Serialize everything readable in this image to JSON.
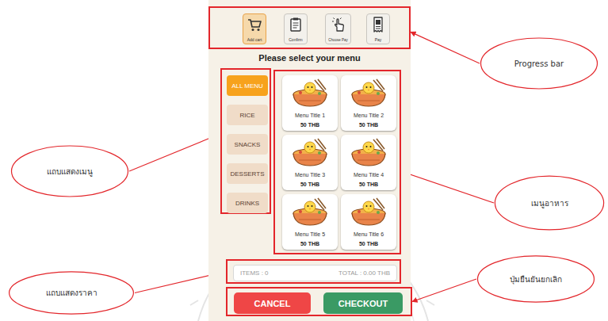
{
  "diagram": {
    "nodes": [
      {
        "text": [
          "Please select your menu"
        ]
      },
      {
        "text": [],
        "in": 0
      },
      {
        "text": [
          "Add cart"
        ],
        "in": 1
      },
      {
        "text": [
          "Confirm"
        ],
        "in": 1
      },
      {
        "text": [
          "Choose Pay"
        ],
        "in": 1
      },
      {
        "text": [
          "Pay"
        ],
        "in": 1
      },
      {
        "text": [],
        "in": 0
      },
      {
        "text": [
          "ALL MENU"
        ],
        "in": 6
      },
      {
        "text": [
          "RICE"
        ],
        "in": 6
      },
      {
        "text": [
          "SNACKS"
        ],
        "in": 6
      },
      {
        "text": [
          "DESSERTS"
        ],
        "in": 6
      },
      {
        "text": [
          "DRINKS"
        ],
        "in": 6
      },
      {
        "text": [],
        "in": 0
      },
      {
        "text": [
          "Menu Title 1",
          "50 THB"
        ],
        "in": 12
      },
      {
        "text": [
          "Menu Title 2",
          "50 THB"
        ],
        "in": 12
      },
      {
        "text": [
          "Menu Title 3",
          "50 THB"
        ],
        "in": 12
      },
      {
        "text": [
          "Menu Title 4",
          "50 THB"
        ],
        "in": 12
      },
      {
        "text": [
          "Menu Title 5",
          "50 THB"
        ],
        "in": 12
      },
      {
        "text": [
          "Menu Title 6",
          "50 THB"
        ],
        "in": 12
      },
      {
        "text": [],
        "in": 0
      },
      {
        "text": [
          "ITEMS : 0",
          "TOTAL : 0.00 THB"
        ],
        "in": 19
      },
      {
        "text": [],
        "in": 0
      },
      {
        "text": [
          "CANCEL"
        ],
        "in": 21
      },
      {
        "text": [
          "CHECKOUT"
        ],
        "in": 21
      },
      {
        "text": [
          "Progress bar"
        ]
      },
      {
        "text": [
          "แถบแสดงเมนู"
        ]
      },
      {
        "text": [
          "เมนูอาหาร"
        ]
      },
      {
        "text": [
          "แถบแสดงราคา"
        ]
      },
      {
        "text": [
          "ปุ่มยืนยันยกเลิก"
        ]
      }
    ],
    "edges": [
      {
        "from": 24,
        "to": 1,
        "arrow": "to"
      },
      {
        "from": 25,
        "to": 6,
        "arrow": "to"
      },
      {
        "from": 26,
        "to": 12,
        "arrow": "to"
      },
      {
        "from": 27,
        "to": 19,
        "arrow": "to"
      },
      {
        "from": 28,
        "to": 21,
        "arrow": "to"
      }
    ]
  }
}
